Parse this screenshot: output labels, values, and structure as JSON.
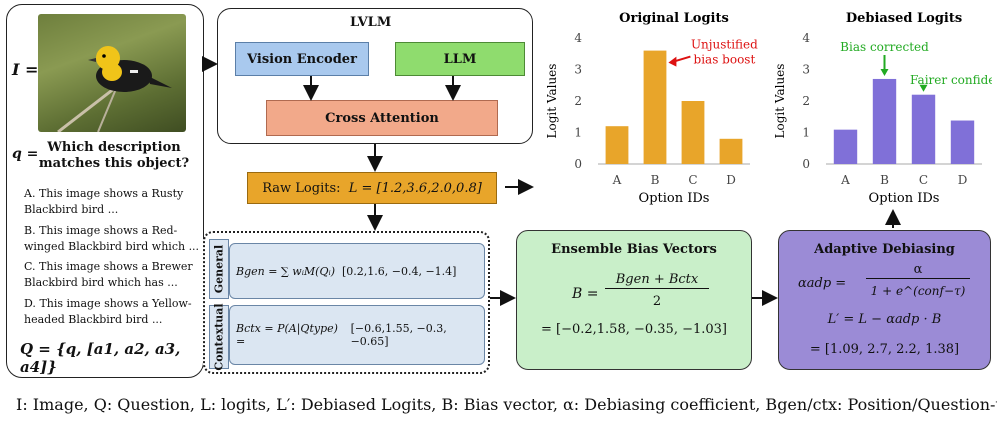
{
  "left": {
    "I_label": "I =",
    "q_label": "q =",
    "question": "Which description matches this object?",
    "options": [
      {
        "letter": "A.",
        "text": "This image shows a Rusty Blackbird bird ..."
      },
      {
        "letter": "B.",
        "text": "This image shows a Red-winged Blackbird bird which ..."
      },
      {
        "letter": "C.",
        "text": "This image shows a Brewer Blackbird bird which has ..."
      },
      {
        "letter": "D.",
        "text": "This image shows a Yellow-headed Blackbird bird ..."
      }
    ],
    "Q_def": "Q = {q, [a1, a2, a3, a4]}"
  },
  "lvlm": {
    "title": "LVLM",
    "vision_encoder": "Vision Encoder",
    "llm": "LLM",
    "cross_attention": "Cross Attention",
    "colors": {
      "vision": "#a9c9ee",
      "llm": "#8fdc6e",
      "cross": "#f2a98a"
    }
  },
  "raw_logits": {
    "label": "Raw Logits:",
    "formula": "L = [1.2,3.6,2.0,0.8]"
  },
  "bias_vectors": {
    "general_tab": "General",
    "contextual_tab": "Contextual",
    "general_formula": "Bgen = ∑ wᵢM(Qᵢ)",
    "general_values": "[0.2,1.6, −0.4, −1.4]",
    "contextual_formula": "Bctx = P(A|Qtype) =",
    "contextual_values": "[−0.6,1.55, −0.3, −0.65]"
  },
  "ensemble": {
    "title": "Ensemble Bias Vectors",
    "lhs": "B =",
    "numerator": "Bgen + Bctx",
    "denominator": "2",
    "result": "= [−0.2,1.58, −0.35, −1.03]"
  },
  "adaptive": {
    "title": "Adaptive Debiasing",
    "alpha_lhs": "αadp =",
    "alpha_num": "α",
    "alpha_den": "1 + e^(conf−τ)",
    "update": "L′ = L − αadp · B",
    "result": "= [1.09, 2.7, 2.2, 1.38]"
  },
  "chart_data": [
    {
      "type": "bar",
      "title": "Original Logits",
      "categories": [
        "A",
        "B",
        "C",
        "D"
      ],
      "values": [
        1.2,
        3.6,
        2.0,
        0.8
      ],
      "xlabel": "Option IDs",
      "ylabel": "Logit Values",
      "ylim": [
        0,
        4
      ],
      "yticks": [
        0,
        1,
        2,
        3,
        4
      ],
      "bar_color": "#e8a52a",
      "annotations": [
        {
          "text": "Unjustified bias boost",
          "color": "#dd1111",
          "target": "B"
        }
      ]
    },
    {
      "type": "bar",
      "title": "Debiased Logits",
      "categories": [
        "A",
        "B",
        "C",
        "D"
      ],
      "values": [
        1.09,
        2.7,
        2.2,
        1.38
      ],
      "xlabel": "Option IDs",
      "ylabel": "Logit Values",
      "ylim": [
        0,
        4
      ],
      "yticks": [
        0,
        1,
        2,
        3,
        4
      ],
      "bar_color": "#8070d8",
      "annotations": [
        {
          "text": "Bias corrected",
          "color": "#22aa22",
          "target": "B"
        },
        {
          "text": "Fairer confidence",
          "color": "#22aa22",
          "target": "C"
        }
      ]
    }
  ],
  "legend": "I: Image, Q: Question, L: logits, L′: Debiased Logits, B: Bias vector, α: Debiasing coefficient, Bgen/ctx: Position/Question-type"
}
